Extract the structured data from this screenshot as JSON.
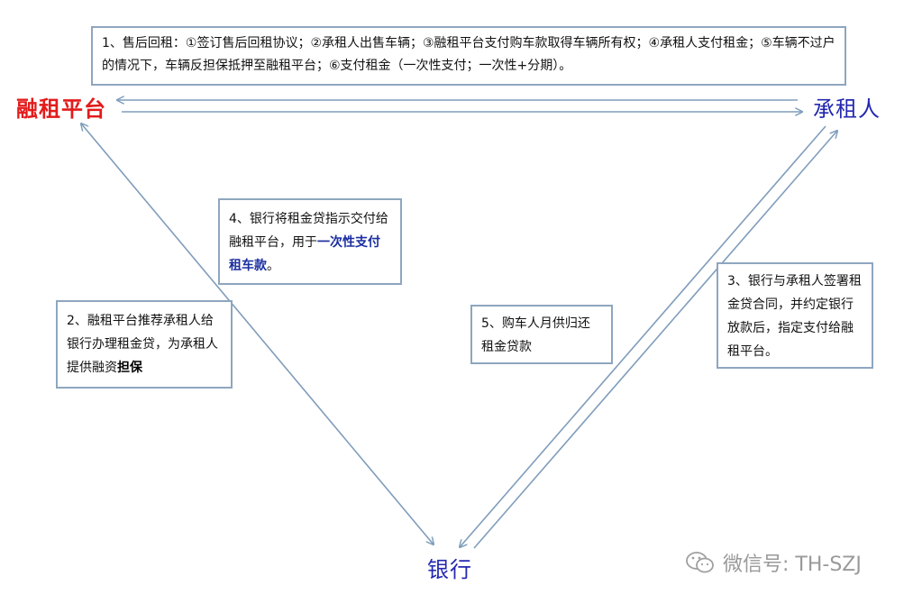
{
  "nodes": {
    "platform": "融租平台",
    "lessee": "承租人",
    "bank": "银行"
  },
  "boxes": {
    "top": "1、售后回租：①签订售后回租协议；②承租人出售车辆；③融租平台支付购车款取得车辆所有权；④承租人支付租金；⑤车辆不过户的情况下，车辆反担保抵押至融租平台；⑥支付租金（一次性支付；一次性+分期）。",
    "step2_main": "2、融租平台推荐承租人给银行办理租金贷，为承租人提供融资",
    "step2_em": "担保",
    "step4_main": "4、银行将租金贷指示交付给融租平台，用于",
    "step4_em": "一次性支付租车款",
    "step4_tail": "。",
    "step5": "5、购车人月供归还租金贷款",
    "step3": "3、银行与承租人签署租金贷合同，并约定银行放款后，指定支付给融租平台。"
  },
  "watermark": "微信号: TH-SZJ",
  "colors": {
    "arrow": "#7f9dbb",
    "platform": "#e31b1b",
    "node_blue": "#2428b0",
    "box_border": "#8ea6bf"
  }
}
